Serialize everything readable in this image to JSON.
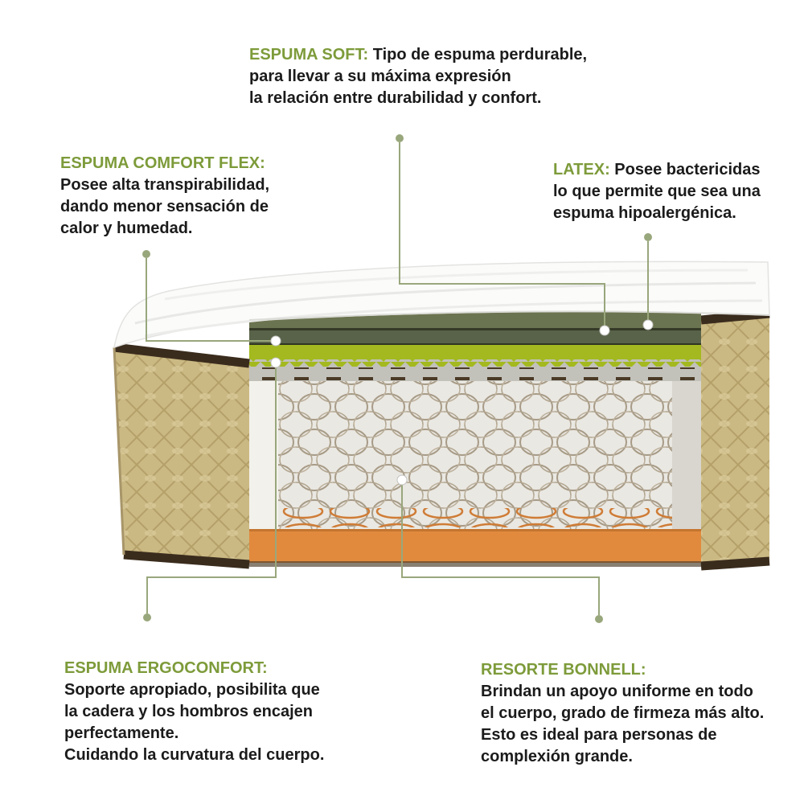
{
  "page": {
    "background": "#ffffff",
    "subject": "mattress-cross-section-infographic"
  },
  "colors": {
    "heading_green": "#7d9b3a",
    "body_text": "#1b1b1b",
    "callout_line": "#99a77c",
    "quilt_tan": "#cbb983",
    "quilt_tan_line": "#b4a069",
    "trim_brown": "#3a2c1d",
    "foam_dark_olive_1": "#6b7450",
    "foam_dark_olive_2": "#596349",
    "foam_bright_green": "#a3b91f",
    "layer_gray": "#c2c1ba",
    "dash_brown": "#4a3a26",
    "springs_bg": "#eae8e2",
    "spring_wire": "#a79b87",
    "base_orange": "#e18a3d",
    "top_white": "#fbfbfa"
  },
  "callouts": {
    "espuma_soft": {
      "title": "ESPUMA SOFT:",
      "lines": [
        "Tipo de espuma perdurable,",
        "para llevar a su máxima expresión",
        "la relación entre durabilidad y confort."
      ]
    },
    "espuma_comfort_flex": {
      "title": "ESPUMA COMFORT FLEX:",
      "lines": [
        "Posee alta transpirabilidad,",
        "dando menor sensación de",
        "calor y humedad."
      ]
    },
    "latex": {
      "title": "LATEX:",
      "lines": [
        "Posee bactericidas",
        "lo que permite que sea una",
        "espuma hipoalergénica."
      ]
    },
    "espuma_ergoconfort": {
      "title": "ESPUMA ERGOCONFORT:",
      "lines": [
        "Soporte apropiado, posibilita que",
        "la cadera y los hombros encajen",
        "perfectamente.",
        "Cuidando la curvatura del cuerpo."
      ]
    },
    "resorte_bonnell": {
      "title": "RESORTE BONNELL:",
      "lines": [
        "Brindan un apoyo uniforme en todo",
        "el cuerpo, grado de firmeza más alto.",
        "Esto es ideal para personas de",
        "complexión grande."
      ]
    }
  },
  "diagram": {
    "layers": [
      "quilted-pillow-top",
      "espuma-soft-foam",
      "latex-foam",
      "espuma-comfort-flex-wavy-foam",
      "espuma-ergoconfort-layer",
      "bonnell-springs",
      "orange-base-foam",
      "tan-quilted-side-fabric"
    ]
  }
}
